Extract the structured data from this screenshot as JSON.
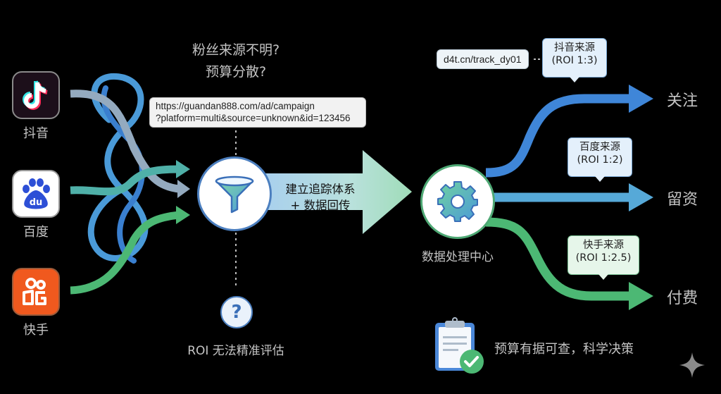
{
  "sources": [
    {
      "name": "抖音",
      "icon": "douyin-logo-icon",
      "color": "#1c0f1a"
    },
    {
      "name": "百度",
      "icon": "baidu-paw-logo-icon",
      "color": "#ffffff"
    },
    {
      "name": "快手",
      "icon": "kuaishou-logo-icon",
      "color": "#f0591e"
    }
  ],
  "problem": {
    "question_line1": "粉丝来源不明?",
    "question_line2": "预算分散?",
    "url_line1": "https://guandan888.com/ad/campaign",
    "url_line2": "?platform=multi&source=unknown&id=123456",
    "roi_text": "ROI 无法精准评估",
    "question_mark": "?"
  },
  "process": {
    "arrow_line1": "建立追踪体系",
    "arrow_line2": "+ 数据回传",
    "center_label": "数据处理中心"
  },
  "tracking": {
    "link": "d4t.cn/track_dy01"
  },
  "outcomes": [
    {
      "label": "关注",
      "tag_line1": "抖音来源",
      "tag_line2": "(ROI 1:3)",
      "color": "#3f86d8"
    },
    {
      "label": "留资",
      "tag_line1": "百度来源",
      "tag_line2": "(ROI 1:2)",
      "color": "#56a9d8"
    },
    {
      "label": "付费",
      "tag_line1": "快手来源",
      "tag_line2": "(ROI 1:2.5)",
      "color": "#4cb874"
    }
  ],
  "summary": {
    "text": "预算有据可查，科学决策"
  },
  "colors": {
    "background": "#000000",
    "blue": "#3f86d8",
    "light_blue": "#56a9d8",
    "green": "#4cb874",
    "teal": "#4fb0a8",
    "slate": "#94aabf"
  }
}
